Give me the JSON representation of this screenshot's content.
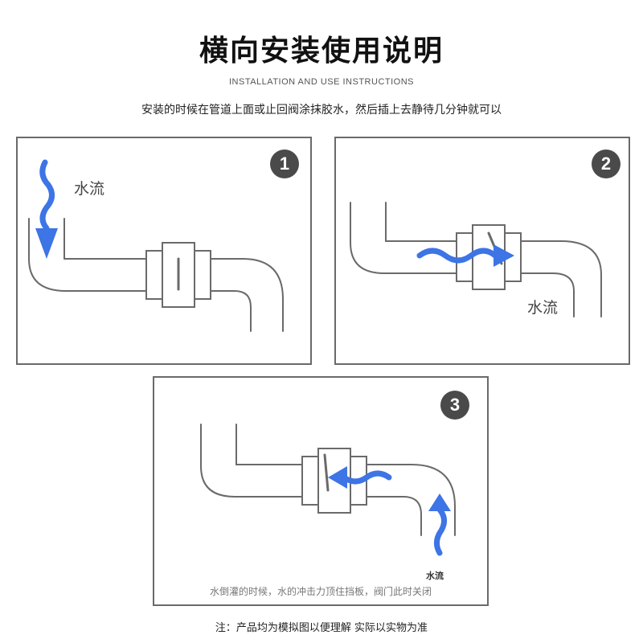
{
  "title": "横向安装使用说明",
  "subtitle": "INSTALLATION AND USE INSTRUCTIONS",
  "instruction": "安装的时候在管道上面或止回阀涂抹胶水，然后插上去静待几分钟就可以",
  "colors": {
    "arrow": "#3d74e6",
    "pipe": "#6a6a6a",
    "badge": "#4a4a4a",
    "border": "#6a6a6a"
  },
  "panels": [
    {
      "step": "1",
      "flow_label": "水流"
    },
    {
      "step": "2",
      "flow_label": "水流"
    },
    {
      "step": "3",
      "flow_label": "水流",
      "caption": "水倒灌的时候，水的冲击力顶住挡板，阀门此时关闭"
    }
  ],
  "footnote": "注：产品均为模拟图以便理解 实际以实物为准"
}
